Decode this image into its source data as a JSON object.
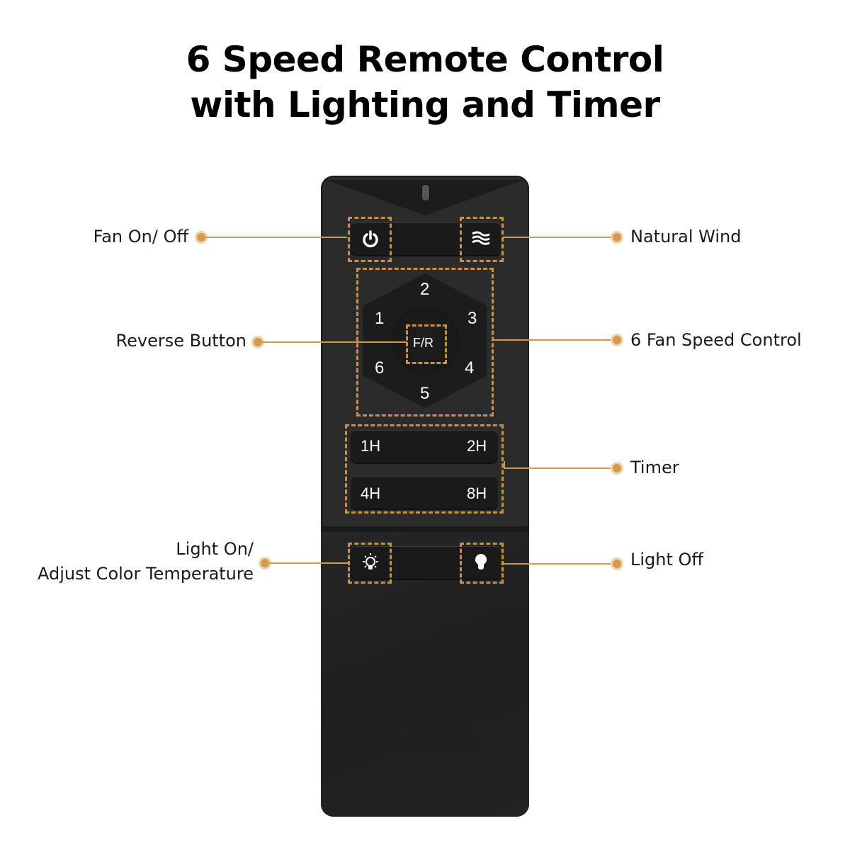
{
  "title": {
    "line1": "6 Speed Remote Control",
    "line2": "with Lighting and Timer"
  },
  "accent_color": "#cf9a55",
  "remote": {
    "body_color": "#2b2b2b",
    "buttons": {
      "fan_power_icon": "power-icon",
      "natural_wind_icon": "wind-waves-icon",
      "speed_dial": [
        "1",
        "2",
        "3",
        "4",
        "5",
        "6"
      ],
      "reverse": "F/R",
      "timer": [
        "1H",
        "2H",
        "4H",
        "8H"
      ],
      "light_on_icon": "bulb-rays-icon",
      "light_off_icon": "bulb-solid-icon"
    }
  },
  "callouts": {
    "left": [
      {
        "text": "Fan On/ Off"
      },
      {
        "text": "Reverse Button"
      },
      {
        "line1": "Light On/",
        "line2": "Adjust Color Temperature"
      }
    ],
    "right": [
      {
        "text": "Natural Wind"
      },
      {
        "text": "6 Fan Speed Control"
      },
      {
        "text": "Timer"
      },
      {
        "text": "Light Off"
      }
    ]
  }
}
